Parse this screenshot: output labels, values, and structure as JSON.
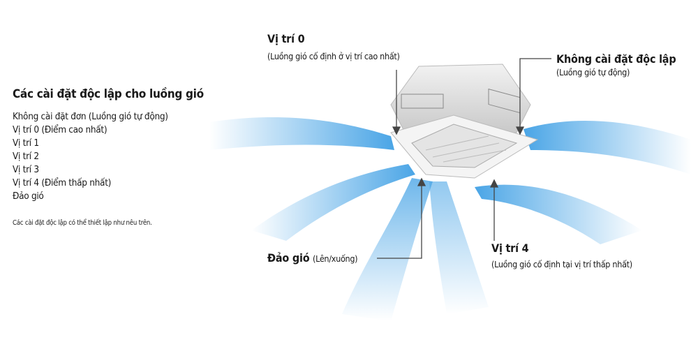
{
  "panel": {
    "title": "Các cài đặt độc lập cho luồng gió",
    "items": [
      "Không cài đặt đơn (Luồng gió tự động)",
      "Vị trí 0 (Điểm cao nhất)",
      "Vị trí 1",
      "Vị trí 2",
      "Vị trí 3",
      "Vị trí 4 (Điểm thấp nhất)",
      "Đảo gió"
    ],
    "note": "Các cài đặt độc lập có thể thiết lập như nêu trên."
  },
  "callouts": {
    "pos0": {
      "title": "Vị trí 0",
      "sub": "(Luồng gió cố định ở vị trí cao nhất)"
    },
    "auto": {
      "title": "Không cài đặt độc lập",
      "sub": "(Luồng gió tự động)"
    },
    "swing": {
      "title": "Đảo gió",
      "sub": "(Lên/xuống)"
    },
    "pos4": {
      "title": "Vị trí 4",
      "sub": "(Luồng gió cố định tại vị trí thấp nhất)"
    }
  },
  "colors": {
    "airflow": "#5aaee8",
    "text": "#1a1a1a"
  }
}
